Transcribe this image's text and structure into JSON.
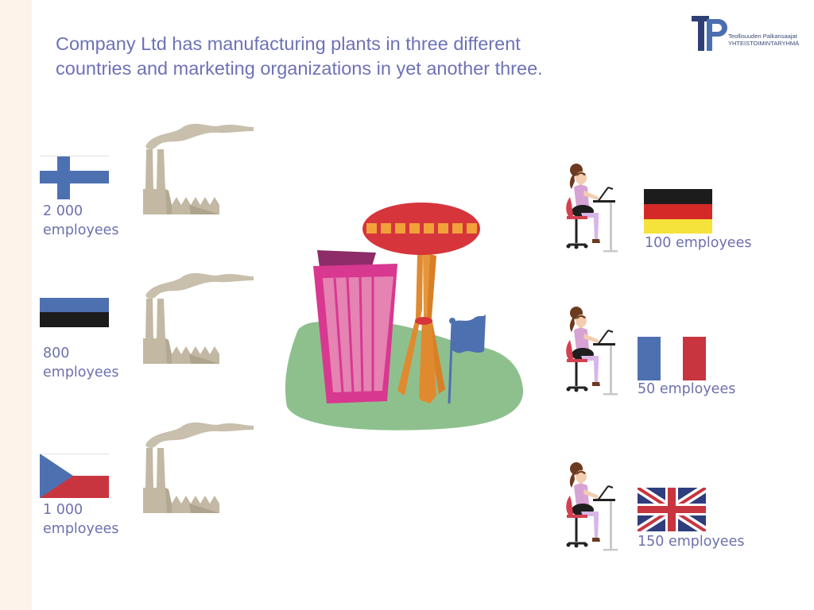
{
  "title_line1": "Company Ltd has manufacturing plants in three different",
  "title_line2": "countries and marketing organizations in yet another three.",
  "logo": {
    "mark": "TP",
    "line1": "Teollisuuden Palkansaajat",
    "line2": "YHTEISTOIMINTARYHMÄ"
  },
  "plants": [
    {
      "country": "Finland",
      "flag": "finland-flag",
      "line1": "2 000",
      "line2": "employees"
    },
    {
      "country": "Estonia",
      "flag": "estonia-flag",
      "line1": "800",
      "line2": "employees"
    },
    {
      "country": "Czech Republic",
      "flag": "czech-flag",
      "line1": "1 000",
      "line2": "employees"
    }
  ],
  "marketing": [
    {
      "country": "Germany",
      "flag": "germany-flag",
      "label": "100 employees"
    },
    {
      "country": "France",
      "flag": "france-flag",
      "label": "50 employees"
    },
    {
      "country": "United Kingdom",
      "flag": "uk-flag",
      "label": "150 employees"
    }
  ],
  "colors": {
    "title": "#6d72b6",
    "label": "#6c71ad",
    "factory": "#c2b8a3",
    "island": "#8ec08e",
    "tower": "#d8388f",
    "spire": "#e08a30",
    "disc": "#d6353c"
  }
}
